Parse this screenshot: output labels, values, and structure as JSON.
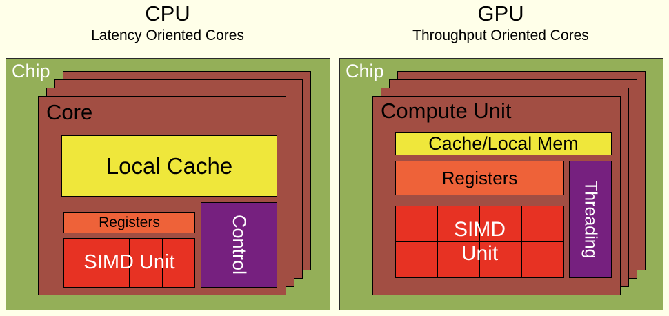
{
  "colors": {
    "background": "#FFFFE9",
    "chip": "#94AF58",
    "core": "#A24E43",
    "cache": "#EFE73B",
    "registers": "#EE6239",
    "simd": "#E73223",
    "control": "#76207F"
  },
  "cpu": {
    "title": "CPU",
    "subtitle": "Latency Oriented Cores",
    "chip_label": "Chip",
    "core_label": "Core",
    "cache_label": "Local Cache",
    "registers_label": "Registers",
    "simd_label": "SIMD Unit",
    "control_label": "Control"
  },
  "gpu": {
    "title": "GPU",
    "subtitle": "Throughput Oriented Cores",
    "chip_label": "Chip",
    "core_label": "Compute Unit",
    "cache_label": "Cache/Local Mem",
    "registers_label": "Registers",
    "simd_label_line1": "SIMD",
    "simd_label_line2": "Unit",
    "threading_label": "Threading"
  }
}
